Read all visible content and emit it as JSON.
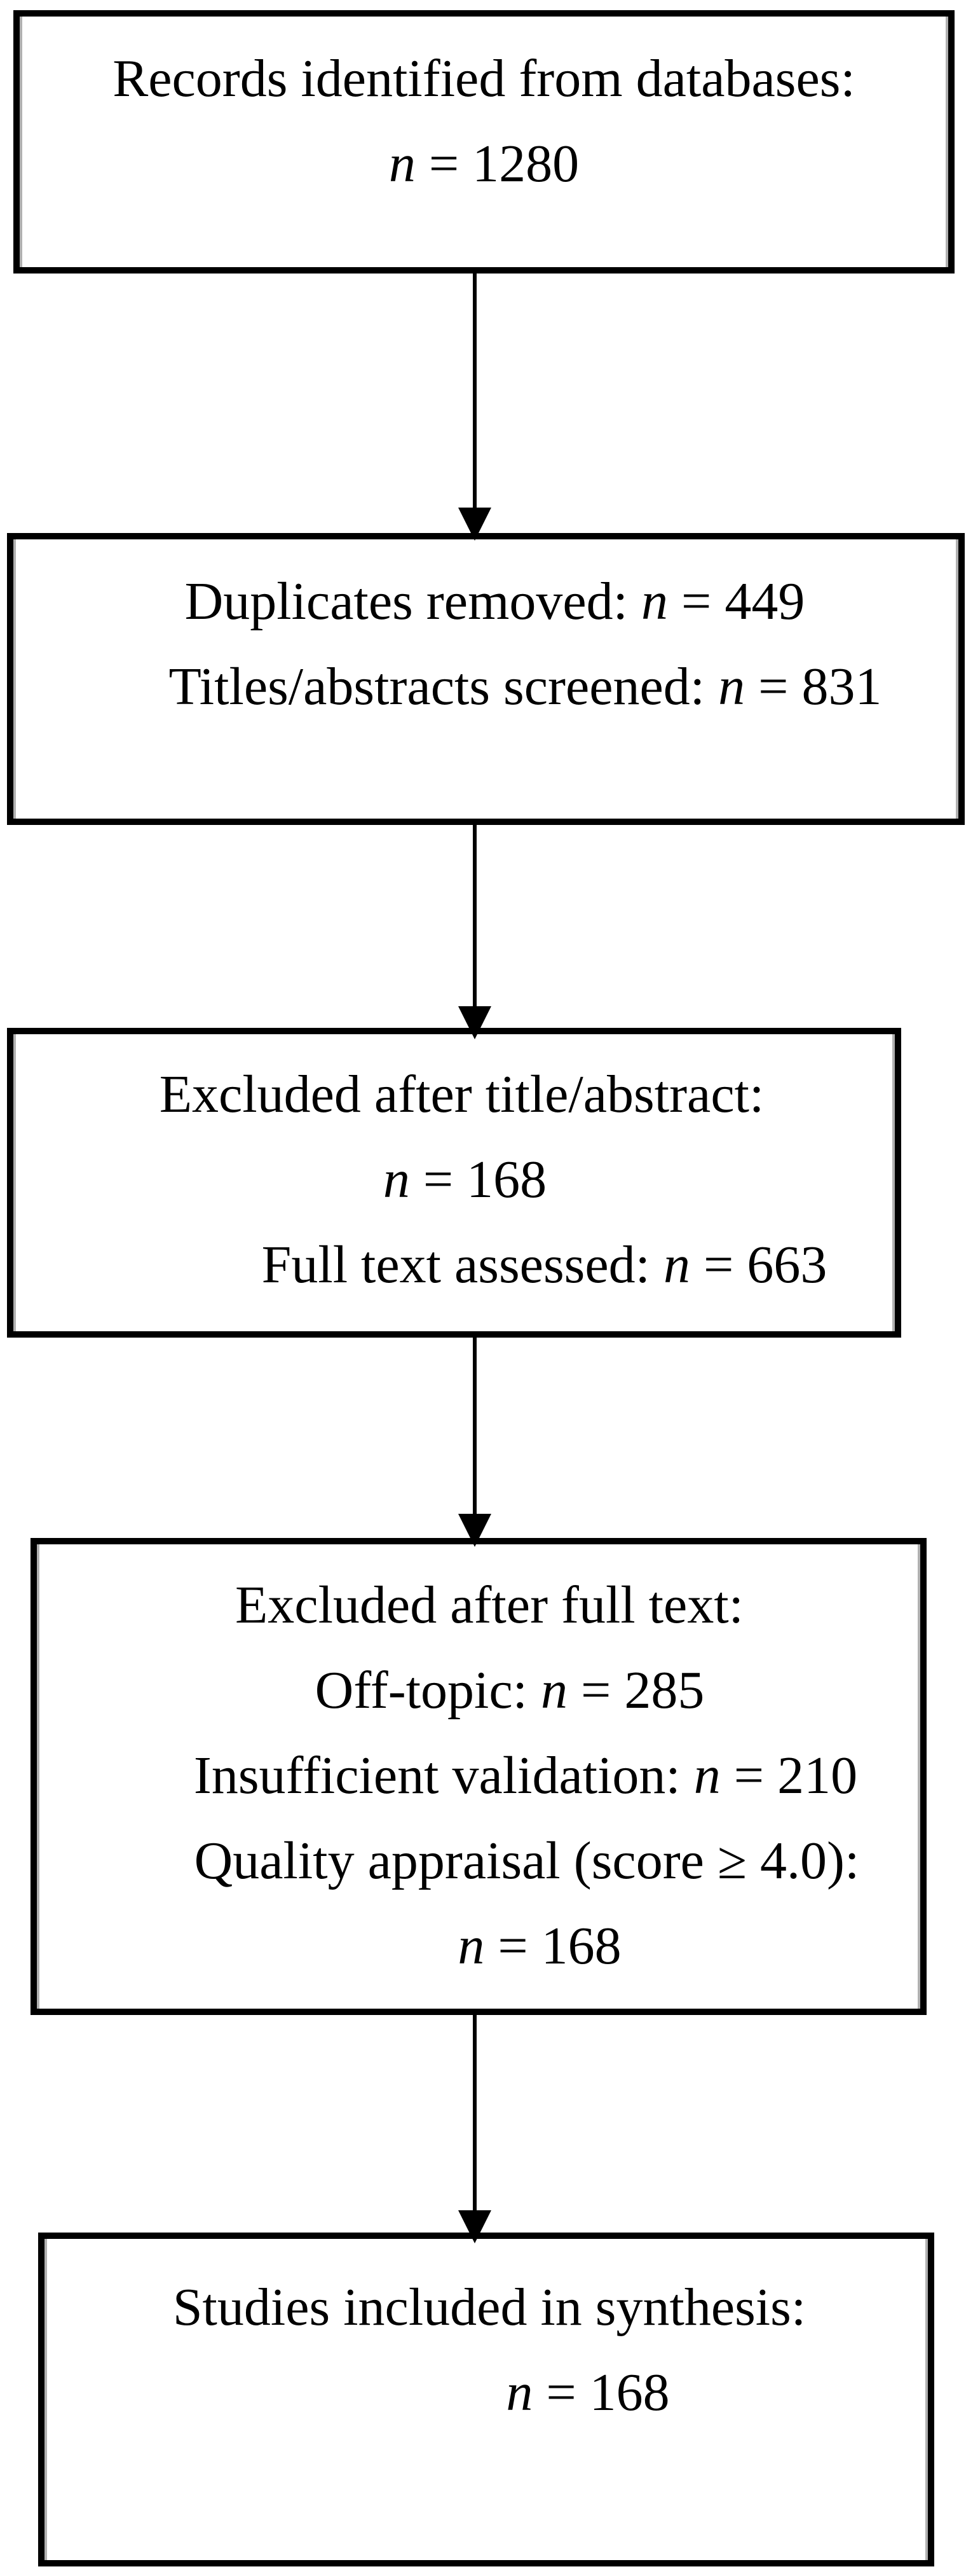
{
  "figure": {
    "kind": "study-selection-flow-diagram",
    "background_color": "#ffffff",
    "line_color": "#000000",
    "inner_edge_color": "#b0b0b0",
    "arrow_count": 4,
    "arrow_direction": "down"
  },
  "boxes": [
    {
      "id": "records-identified",
      "lines": [
        {
          "segments": [
            {
              "text": "Records identified from databases:"
            }
          ]
        },
        {
          "segments": [
            {
              "text": "n",
              "italic": true
            },
            {
              "text": " = 1280"
            }
          ]
        }
      ]
    },
    {
      "id": "duplicates-and-screening",
      "lines": [
        {
          "segments": [
            {
              "text": "Duplicates removed: "
            },
            {
              "text": "n",
              "italic": true
            },
            {
              "text": " = 449"
            }
          ]
        },
        {
          "segments": [
            {
              "text": "Titles/abstracts screened: "
            },
            {
              "text": "n",
              "italic": true
            },
            {
              "text": " = 831"
            }
          ]
        }
      ]
    },
    {
      "id": "excluded-title-abstract",
      "lines": [
        {
          "segments": [
            {
              "text": "Excluded after title/abstract:"
            }
          ]
        },
        {
          "segments": [
            {
              "text": "n",
              "italic": true
            },
            {
              "text": " = 168"
            }
          ]
        },
        {
          "segments": [
            {
              "text": "Full text assessed: "
            },
            {
              "text": "n",
              "italic": true
            },
            {
              "text": " = 663"
            }
          ]
        }
      ]
    },
    {
      "id": "excluded-full-text",
      "lines": [
        {
          "segments": [
            {
              "text": "Excluded after full text:"
            }
          ]
        },
        {
          "segments": [
            {
              "text": "Off-topic: "
            },
            {
              "text": "n",
              "italic": true
            },
            {
              "text": " = 285"
            }
          ]
        },
        {
          "segments": [
            {
              "text": "Insufficient validation: "
            },
            {
              "text": "n",
              "italic": true
            },
            {
              "text": " = 210"
            }
          ]
        },
        {
          "segments": [
            {
              "text": "Quality appraisal (score ≥ 4.0):"
            }
          ]
        },
        {
          "segments": [
            {
              "text": "n",
              "italic": true
            },
            {
              "text": " = 168"
            }
          ]
        }
      ]
    },
    {
      "id": "studies-included",
      "lines": [
        {
          "segments": [
            {
              "text": "Studies included in synthesis:"
            }
          ]
        },
        {
          "segments": [
            {
              "text": "n",
              "italic": true
            },
            {
              "text": " = 168"
            }
          ]
        }
      ]
    }
  ],
  "values": {
    "records_identified": 1280,
    "duplicates_removed": 449,
    "titles_abstracts_screened": 831,
    "excluded_after_title_abstract": 168,
    "full_text_assessed": 663,
    "off_topic": 285,
    "insufficient_validation": 210,
    "quality_appraisal_excluded": 168,
    "quality_score_threshold": 4.0,
    "studies_included_in_synthesis": 168
  }
}
